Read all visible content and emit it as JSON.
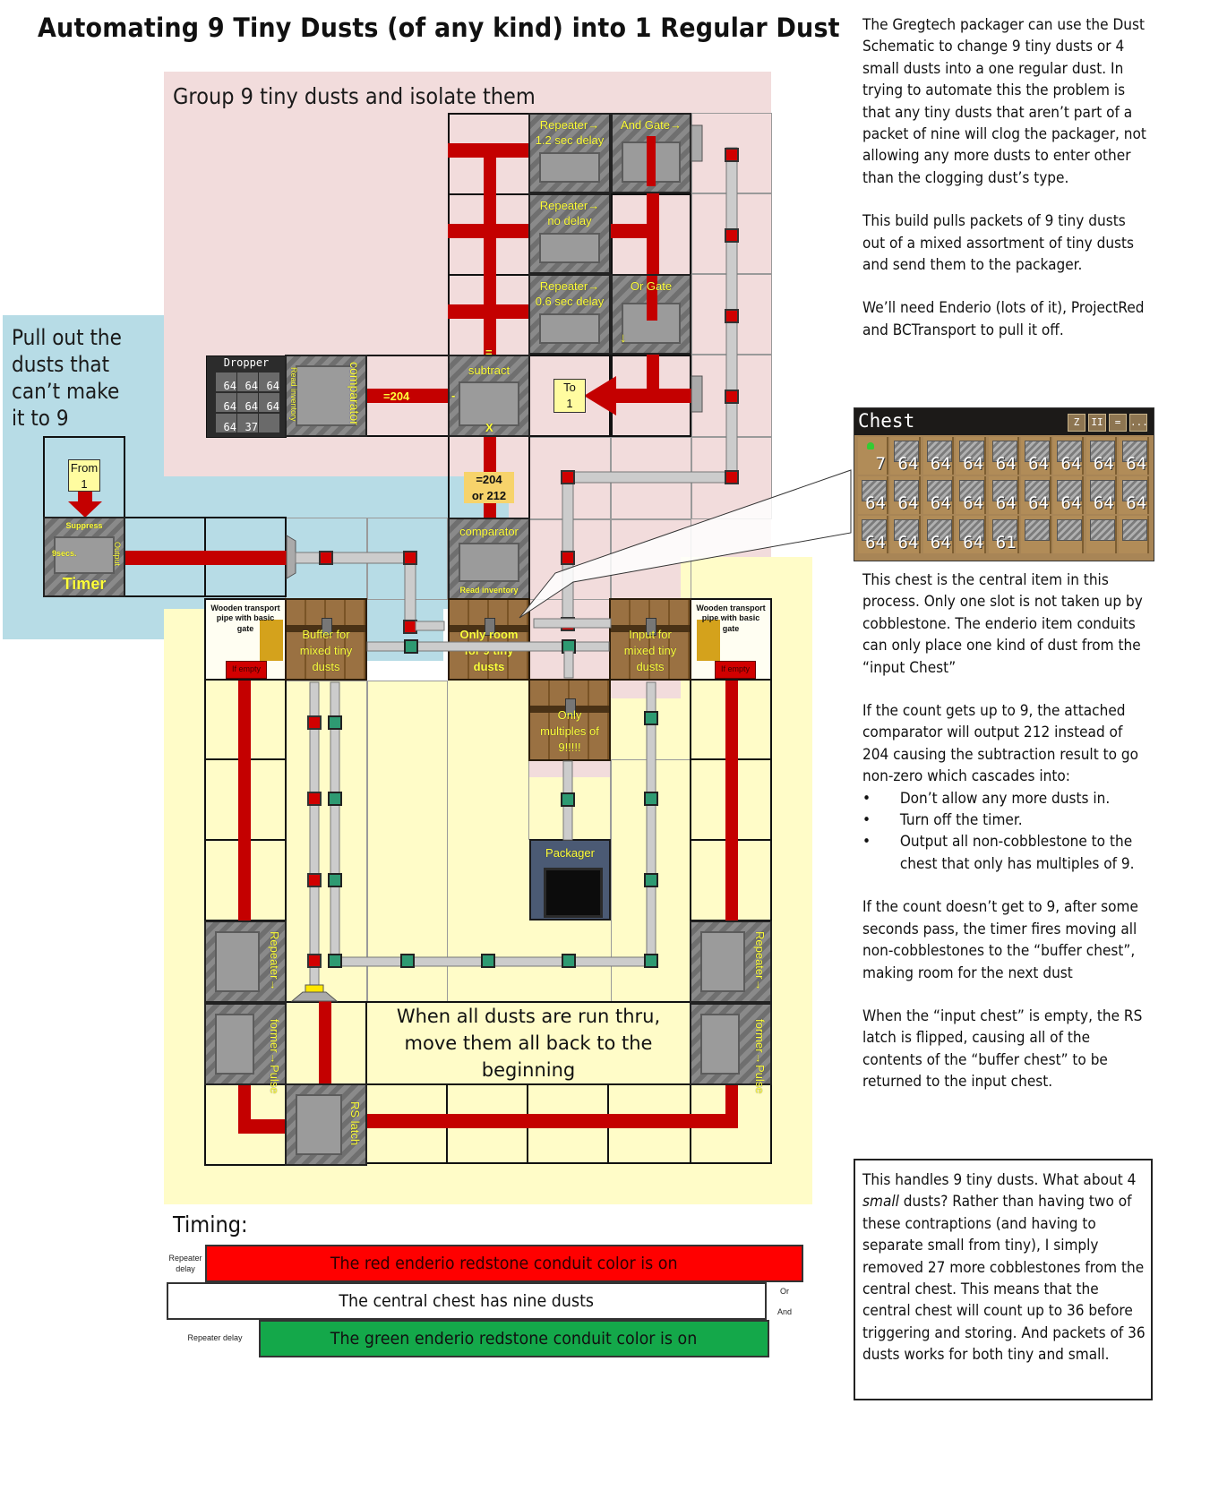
{
  "title": "Automating 9 Tiny Dusts (of any kind) into 1 Regular Dust",
  "zones": {
    "pink_label": "Group 9 tiny dusts and isolate them",
    "blue_label_lines": [
      "Pull out the",
      "dusts that",
      "can’t make",
      "it to 9"
    ],
    "yellow_label_lines": [
      "When all dusts are run thru,",
      "move them all back to the",
      "beginning"
    ]
  },
  "colors": {
    "pink_zone": "#f2dcdc",
    "blue_zone": "#b7dce6",
    "yellow_zone": "#fffcc8",
    "redstone": "#c40000",
    "label_yellow": "#ffff3a",
    "timing_red": "#ff0000",
    "timing_green": "#14a84a"
  },
  "components": {
    "repeater_1": [
      "Repeater→",
      "1.2 sec delay"
    ],
    "and_gate": "And Gate→",
    "repeater_2": [
      "Repeater→",
      "no delay"
    ],
    "repeater_3": [
      "Repeater→",
      "0.6 sec delay"
    ],
    "or_gate": "Or Gate",
    "or_gate_arrow": "↓",
    "dropper": {
      "title": "Dropper",
      "slots": [
        "64",
        "64",
        "64",
        "64",
        "64",
        "64",
        "64",
        "37",
        ""
      ]
    },
    "comparator_top": {
      "label": "comparator",
      "side_label": "Read inventory"
    },
    "value_204": "=204",
    "subtract": {
      "label": "subtract",
      "top_mark": "=",
      "left_mark": "-",
      "bottom_mark": "X"
    },
    "to_1": [
      "To",
      "1"
    ],
    "value_204_or_212": [
      "=204",
      "or 212"
    ],
    "comparator_mid": {
      "label": "comparator",
      "bottom_label": "Read inventory"
    },
    "from_1": [
      "From",
      "1"
    ],
    "timer": {
      "top": "Suppress",
      "left": "9secs.",
      "right": "Output",
      "name": "Timer"
    },
    "wooden_pipe_left": {
      "lines": [
        "Wooden transport",
        "pipe with basic",
        "gate"
      ],
      "tag": "If empty"
    },
    "wooden_pipe_right": {
      "lines": [
        "Wooden transport",
        "pipe with basic",
        "gate"
      ],
      "tag": "If empty"
    },
    "buffer_chest": [
      "Buffer for",
      "mixed tiny",
      "dusts"
    ],
    "central_chest": [
      "Only room",
      "for 9 tiny",
      "dusts"
    ],
    "input_chest": [
      "Input for",
      "mixed tiny",
      "dusts"
    ],
    "multiples_chest": [
      "Only",
      "multiples of",
      "9!!!!!"
    ],
    "packager": "Packager",
    "repeater_left": "Repeater→",
    "pulse_former_left": [
      "Pulse",
      "former→"
    ],
    "repeater_right": "Repeater→",
    "pulse_former_right": [
      "Pulse",
      "former→"
    ],
    "rs_latch": "RS latch"
  },
  "chest_gui": {
    "title": "Chest",
    "buttons": [
      "Z",
      "II",
      "=",
      "..."
    ],
    "rows": [
      [
        "7",
        "64",
        "64",
        "64",
        "64",
        "64",
        "64",
        "64",
        "64"
      ],
      [
        "64",
        "64",
        "64",
        "64",
        "64",
        "64",
        "64",
        "64",
        "64"
      ],
      [
        "64",
        "64",
        "64",
        "64",
        "61",
        "",
        "",
        "",
        ""
      ]
    ]
  },
  "side_text": {
    "p1": "The Gregtech packager can use the Dust Schematic to change 9 tiny dusts or 4 small dusts into a one regular dust.  In trying to automate this the problem is that any tiny dusts that aren’t part of a packet of nine will clog the packager, not allowing any more dusts to enter other than the clogging dust’s type.",
    "p2": "This build pulls packets of 9 tiny dusts out of a mixed assortment of tiny dusts and send them to the packager.",
    "p3": "We’ll need Enderio (lots of it), ProjectRed and BCTransport to pull it off.",
    "p4": "This chest is the central item in this process.  Only one slot is not taken up by cobblestone.  The enderio item conduits can only place one kind of dust from the “input Chest”",
    "p5": "If the count gets up to 9, the attached comparator will output 212 instead of 204 causing the subtraction result to go non-zero which cascades into:",
    "bullets": [
      "Don’t allow any more dusts in.",
      "Turn off the timer.",
      "Output all non-cobblestone to the chest that only has multiples of 9."
    ],
    "p6": "If the count doesn’t get to 9, after some seconds pass, the timer fires moving all non-cobblestones to the “buffer chest”, making room for the next dust",
    "p7": "When the “input chest” is empty, the RS latch is flipped, causing all of the contents of the “buffer chest” to be returned to the input chest.",
    "box_pre": "This handles 9 tiny dusts.  What about 4 ",
    "box_em": "small",
    "box_post": " dusts?  Rather than having two of these contraptions (and having to separate small from tiny), I simply removed 27 more cobblestones from the central chest.  This means that the central chest will count up to 36 before triggering and storing.  And packets of 36 dusts works for both tiny and small."
  },
  "timing": {
    "title": "Timing:",
    "bars": [
      {
        "label": "The red enderio redstone conduit color is on",
        "side_note": [
          "Repeater",
          "delay"
        ]
      },
      {
        "label": "The central chest has nine dusts",
        "side_notes": [
          "Or",
          "And"
        ]
      },
      {
        "label": "The green enderio redstone conduit color is on",
        "side_note": [
          "Repeater delay"
        ]
      }
    ]
  }
}
